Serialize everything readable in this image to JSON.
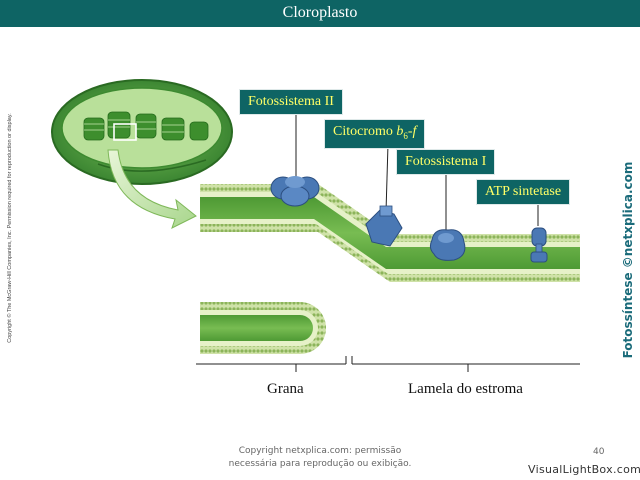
{
  "header": {
    "title": "Cloroplasto"
  },
  "labels": {
    "photosystem_ii": "Fotossistema II",
    "cytochrome_prefix": "Citocromo ",
    "cytochrome_b": "b",
    "cytochrome_sub": "6",
    "cytochrome_suffix": "-f",
    "photosystem_i": "Fotossistema I",
    "atp_synthase": "ATP sintetase"
  },
  "regions": {
    "grana": "Grana",
    "stroma_lamella": "Lamela do estroma"
  },
  "side_copyright": "Copyright © The McGraw-Hill Companies, Inc. Permission required for reproduction or display.",
  "side_watermark": "Fotossíntese ©netxplica.com",
  "footer": {
    "line1": "Copyright netxplica.com: permissão",
    "line2": "necessária para reprodução ou exibição."
  },
  "page_number": "40",
  "brand": "VisualLightBox.com",
  "colors": {
    "title_bar": "#0e6464",
    "label_text": "#ffff66",
    "membrane_green": "#8fc45a",
    "protein_blue": "#3f6fae"
  }
}
